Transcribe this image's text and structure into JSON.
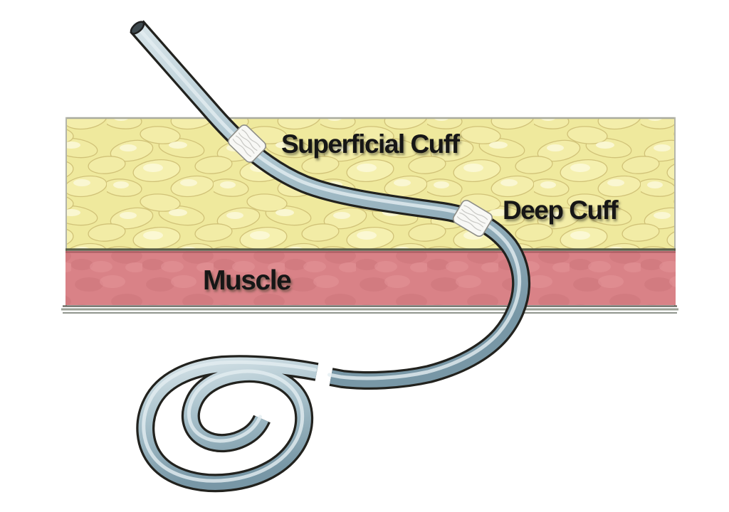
{
  "figure": {
    "labels": {
      "superficial_cuff": "Superficial Cuff",
      "deep_cuff": "Deep Cuff",
      "muscle": "Muscle"
    },
    "colors": {
      "background": "#ffffff",
      "fat_base": "#efe99d",
      "fat_lobule": "#f4eeab",
      "fat_lobule_outline": "#cdbe74",
      "fat_highlight": "#fcf9da",
      "fat_muscle_boundary": "#5a5e49",
      "muscle_base": "#d98287",
      "muscle_top_edge": "#a85a60",
      "fascia_line_dark": "#8f948c",
      "fascia_line_light": "#9aa096",
      "tube_light": "#d6e3e8",
      "tube_mid": "#a9c2cc",
      "tube_dark": "#7897a6",
      "tube_outline": "#22221e",
      "tube_tip_opening": "#3f4a4f",
      "cuff_fill": "#f8f8f5",
      "cuff_stroke": "#8e8e88",
      "cuff_hatch": "#c8c8c4",
      "label_text": "#161616"
    }
  }
}
